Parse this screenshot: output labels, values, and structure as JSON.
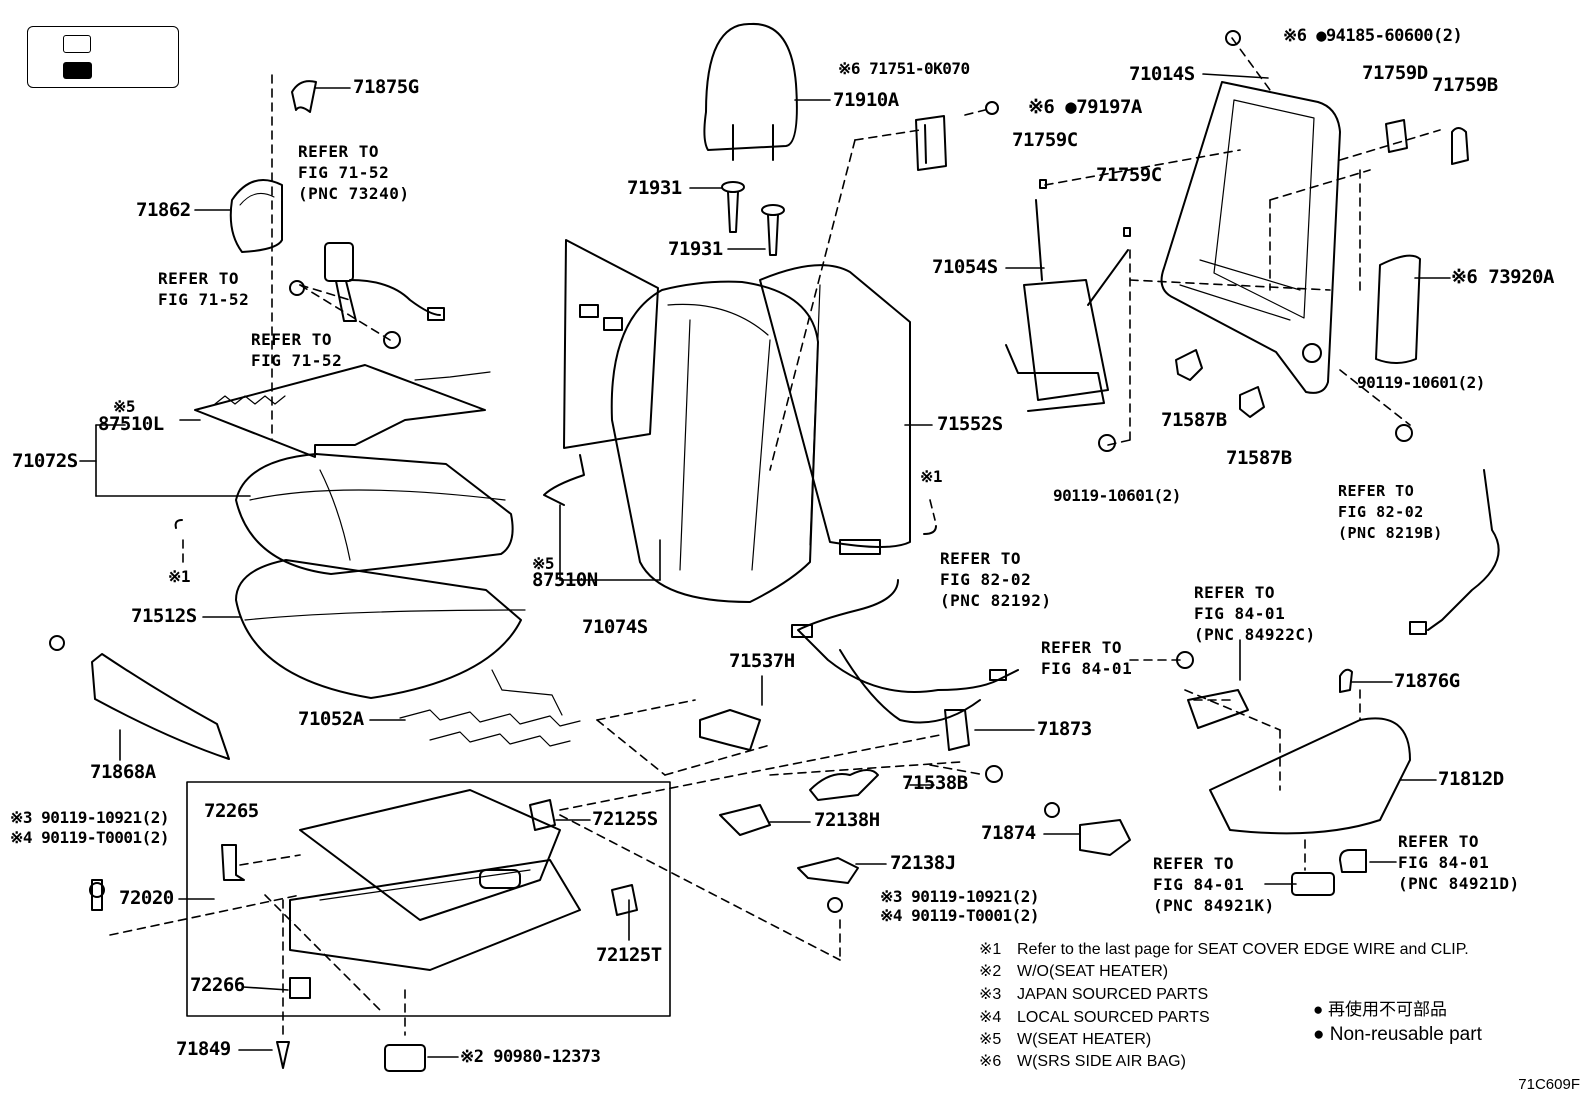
{
  "diagram": {
    "code": "71C609F",
    "labels": {
      "p71875G": "71875G",
      "p71862": "71862",
      "p71910A": "71910A",
      "p71931a": "71931",
      "p71931b": "71931",
      "p71751": "※6 71751-0K070",
      "p79197A": "※6 ●79197A",
      "p94185": "※6 ●94185-60600(2)",
      "p71014S": "71014S",
      "p71759D": "71759D",
      "p71759B": "71759B",
      "p71759C_a": "71759C",
      "p71759C_b": "71759C",
      "p71054S": "71054S",
      "p73920A": "※6 73920A",
      "p90119_10601_right": "90119-10601(2)",
      "p71587B_a": "71587B",
      "p71587B_b": "71587B",
      "p90119_10601_mid": "90119-10601(2)",
      "p71552S": "71552S",
      "p87510L_mark": "※5",
      "p87510L": "87510L",
      "p71072S": "71072S",
      "p_mark1_left": "※1",
      "p_mark1_right": "※1",
      "p71512S": "71512S",
      "p87510N_mark": "※5",
      "p87510N": "87510N",
      "p71074S": "71074S",
      "p71052A": "71052A",
      "p71868A": "71868A",
      "p71537H": "71537H",
      "p71873": "71873",
      "p71538B": "71538B",
      "p72138H": "72138H",
      "p72138J": "72138J",
      "p71874": "71874",
      "p71876G": "71876G",
      "p71812D": "71812D",
      "p72265": "72265",
      "p72125S": "72125S",
      "p72020": "72020",
      "p72125T": "72125T",
      "p72266": "72266",
      "p71849": "71849",
      "p90980": "※2 90980-12373",
      "p_left_bolt_1": "※3 90119-10921(2)",
      "p_left_bolt_2": "※4 90119-T0001(2)",
      "p_mid_bolt_1": "※3  90119-10921(2)",
      "p_mid_bolt_2": "※4  90119-T0001(2)"
    },
    "references": {
      "r_73240": "REFER TO\nFIG 71-52\n(PNC 73240)",
      "r_71_52_a": "REFER TO\nFIG 71-52",
      "r_71_52_b": "REFER TO\nFIG 71-52",
      "r_82192": "REFER TO\nFIG 82-02\n(PNC 82192)",
      "r_8219B": "REFER TO\nFIG 82-02\n(PNC 8219B)",
      "r_84922C": "REFER TO\nFIG 84-01\n(PNC 84922C)",
      "r_84_01": "REFER TO\nFIG 84-01",
      "r_84921K": "REFER TO\nFIG 84-01\n(PNC 84921K)",
      "r_84921D": "REFER TO\nFIG 84-01\n(PNC 84921D)"
    },
    "notes": [
      {
        "mark": "※1",
        "text": "Refer to the last page for SEAT COVER EDGE WIRE and CLIP."
      },
      {
        "mark": "※2",
        "text": "W/O(SEAT HEATER)"
      },
      {
        "mark": "※3",
        "text": "JAPAN SOURCED PARTS"
      },
      {
        "mark": "※4",
        "text": "LOCAL SOURCED PARTS"
      },
      {
        "mark": "※5",
        "text": "W(SEAT HEATER)"
      },
      {
        "mark": "※6",
        "text": "W(SRS SIDE AIR BAG)"
      }
    ],
    "legend": {
      "jp": "再使用不可部品",
      "en": "Non-reusable part"
    }
  }
}
